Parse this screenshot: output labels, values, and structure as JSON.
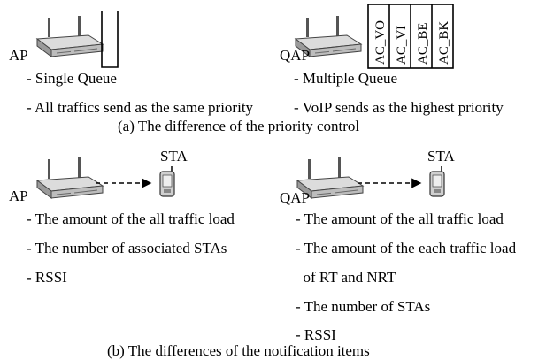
{
  "part_a": {
    "left": {
      "device_label": "AP",
      "items": [
        "- Single Queue",
        "- All traffics send as the same priority"
      ]
    },
    "right": {
      "device_label": "QAP",
      "queues": [
        "AC_VO",
        "AC_VI",
        "AC_BE",
        "AC_BK"
      ],
      "items": [
        "- Multiple Queue",
        "- VoIP sends as the highest priority"
      ]
    },
    "caption": "(a) The difference of the priority control"
  },
  "part_b": {
    "left": {
      "device_label": "AP",
      "station_label": "STA",
      "items": [
        "- The amount of the all traffic load",
        "- The number of associated STAs",
        "- RSSI"
      ]
    },
    "right": {
      "device_label": "QAP",
      "station_label": "STA",
      "items": [
        "- The amount of the all traffic load",
        "- The amount of the each traffic load",
        "  of RT and NRT",
        "- The number of STAs",
        "- RSSI"
      ]
    },
    "caption": "(b) The differences of the notification items"
  },
  "colors": {
    "device_top": "#d9d9d9",
    "device_front": "#b8b8b8",
    "line": "#000000"
  },
  "icons": [
    "access-point-icon",
    "station-phone-icon",
    "queue-icon"
  ]
}
